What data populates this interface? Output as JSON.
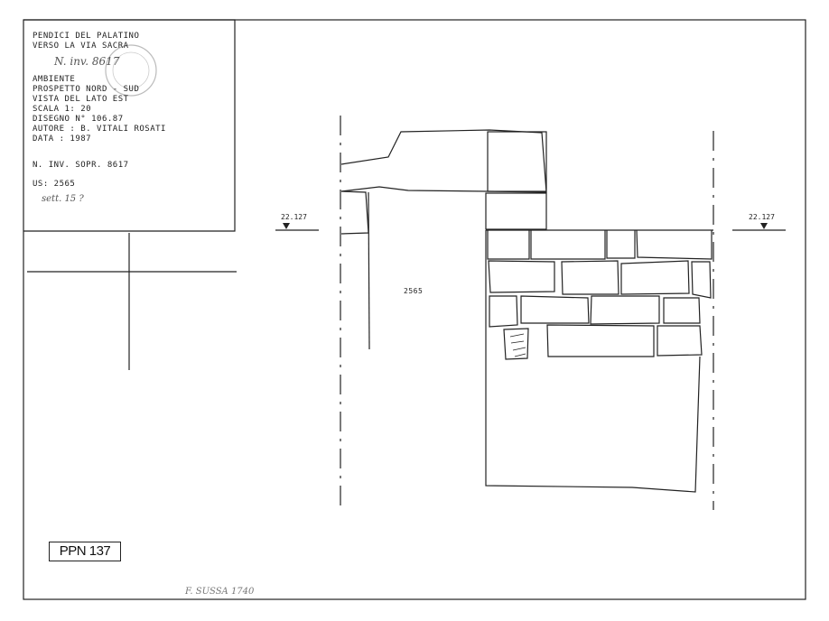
{
  "title_block": {
    "site_line1": "PENDICI DEL PALATINO",
    "site_line2": "VERSO LA VIA SACRA",
    "stamp_text": "N. inv. 8617",
    "ambiente": "AMBIENTE",
    "prospetto": "PROSPETTO NORD - SUD",
    "vista": "VISTA DEL LATO EST",
    "scala": "SCALA  1: 20",
    "disegno": "DISEGNO  N° 106.87",
    "autore": "AUTORE  : B. VITALI ROSATI",
    "data": "DATA :     1987",
    "inventory": "N. INV. SOPR. 8617",
    "us": "US: 2565",
    "handnote": "sett. 15  ?"
  },
  "drawing": {
    "us_label": "2565",
    "section_left": "22.127",
    "section_right": "22.127"
  },
  "sheet_code": "PPN 137",
  "footer_note": "F. SUSSA 1740",
  "colors": {
    "ink": "#222222",
    "paper": "#ffffff",
    "pencil": "#777777"
  }
}
